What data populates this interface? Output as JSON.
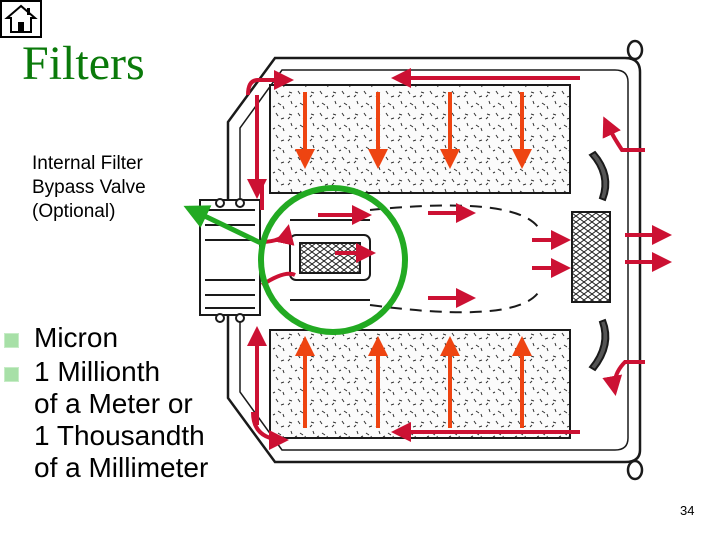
{
  "slide": {
    "title": "Filters",
    "callout_lines": [
      "Internal Filter",
      "Bypass Valve",
      "(Optional)"
    ],
    "bullets": [
      {
        "lines": [
          "Micron"
        ]
      },
      {
        "lines": [
          "1 Millionth",
          "of a Meter or",
          "1 Thousandth",
          "of a Millimeter"
        ]
      }
    ],
    "page_number": "34"
  },
  "icons": {
    "home": "home-icon"
  },
  "colors": {
    "title": "#0a7a0a",
    "flow_arrow": "#ee4411",
    "return_arrow": "#cc1133",
    "highlight_circle": "#22aa22",
    "bullet_marker": "#a7e0a7"
  }
}
